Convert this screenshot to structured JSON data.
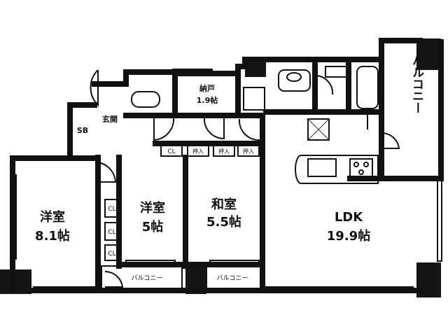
{
  "rooms": {
    "western1": {
      "name": "洋室",
      "size": "8.1帖"
    },
    "western2": {
      "name": "洋室",
      "size": "5帖"
    },
    "japanese": {
      "name": "和室",
      "size": "5.5帖"
    },
    "ldk": {
      "name": "LDK",
      "size": "19.9帖"
    },
    "storage": {
      "name": "納戸",
      "size": "1.9帖"
    },
    "entrance": "玄関",
    "shoebox": "SB",
    "balcony_right": "バルコニー",
    "balcony_left": "バルコニー",
    "balcony_mid": "バルコニー"
  },
  "closets": {
    "cl_top": "CL",
    "oshiire": [
      "押入",
      "押入",
      "押入"
    ],
    "cl_left": [
      "CL",
      "CL",
      "CL"
    ]
  }
}
